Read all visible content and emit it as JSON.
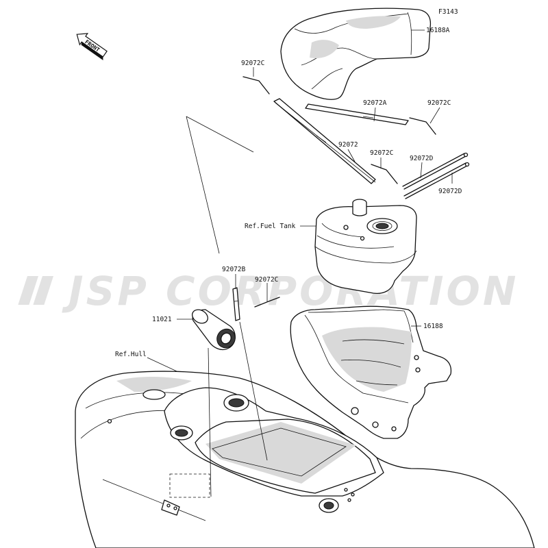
{
  "diagram": {
    "code": "F3143",
    "watermark": "JSP CORPORATION",
    "front_label": "FRONT",
    "labels": {
      "p16188A": "16188A",
      "p92072C_a": "92072C",
      "p92072A": "92072A",
      "p92072C_b": "92072C",
      "p92072": "92072",
      "p92072C_c": "92072C",
      "p92072D_a": "92072D",
      "p92072D_b": "92072D",
      "ref_fuel_tank": "Ref.Fuel Tank",
      "p92072B": "92072B",
      "p92072C_d": "92072C",
      "p11021": "11021",
      "p16188": "16188",
      "ref_hull": "Ref.Hull"
    }
  }
}
